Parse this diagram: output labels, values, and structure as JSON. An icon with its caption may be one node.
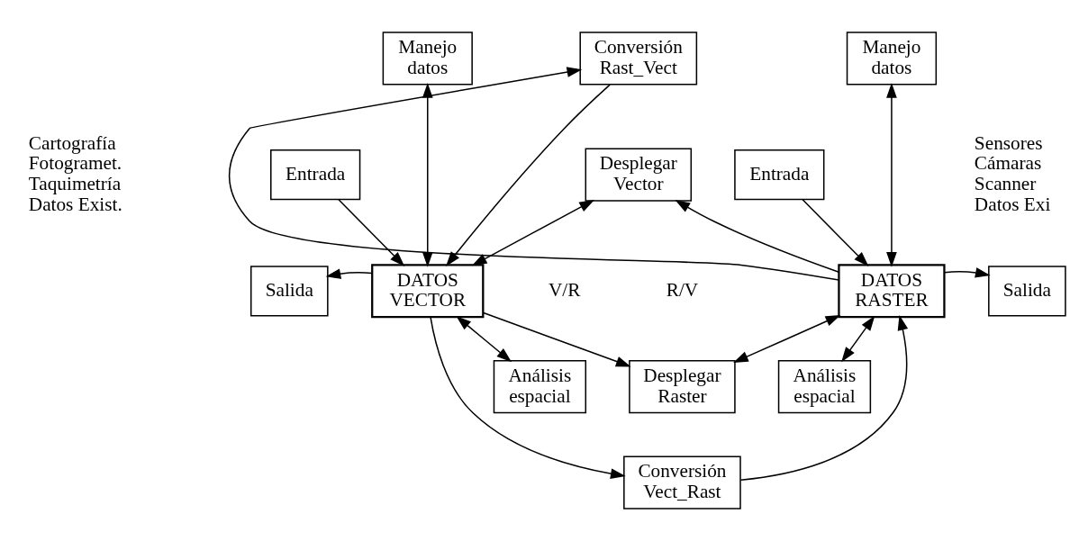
{
  "diagram": {
    "nodes": [
      {
        "text": [
          "Conversión Rast_Vect"
        ]
      },
      {
        "text": [
          "Manejo datos"
        ]
      },
      {
        "text": [
          "Manejo datos"
        ]
      },
      {
        "text": [
          "Entrada"
        ],
        "beside": [
          "Cartografía",
          "Fotogramet.",
          "Taquimetría",
          "Datos Exist."
        ]
      },
      {
        "text": [
          "Desplegar Vector"
        ]
      },
      {
        "text": [
          "Entrada"
        ],
        "beside": [
          "Sensores",
          "Cámaras",
          "Scanner",
          "Datos Exi"
        ]
      },
      {
        "text": [
          "DATOS VECTOR"
        ]
      },
      {
        "text": [
          "DATOS RASTER"
        ]
      },
      {
        "text": [
          "Salida"
        ]
      },
      {
        "text": [
          "Desplegar Raster"
        ]
      },
      {
        "text": [
          "Salida"
        ]
      },
      {
        "text": [
          "Análisis espacial"
        ]
      },
      {
        "text": [
          "Análisis espacial"
        ]
      },
      {
        "text": [
          "Conversión Vect_Rast"
        ]
      }
    ],
    "edges": [
      {
        "from": 3,
        "to": 6,
        "arrow": "to"
      },
      {
        "from": 1,
        "to": 6,
        "arrow": "both"
      },
      {
        "from": 7,
        "to": 0,
        "arrow": "to"
      },
      {
        "from": 0,
        "to": 6,
        "arrow": "to"
      },
      {
        "from": 4,
        "to": 6,
        "arrow": "both"
      },
      {
        "from": 7,
        "to": 4,
        "arrow": "to"
      },
      {
        "from": 2,
        "to": 7,
        "arrow": "both"
      },
      {
        "from": 5,
        "to": 7,
        "arrow": "to"
      },
      {
        "from": 6,
        "to": 8,
        "arrow": "to"
      },
      {
        "from": 6,
        "to": 9,
        "arrow": "to"
      },
      {
        "from": 9,
        "to": 7,
        "arrow": "both"
      },
      {
        "from": 6,
        "to": 13,
        "arrow": "to"
      },
      {
        "from": 13,
        "to": 7,
        "arrow": "to"
      },
      {
        "from": 11,
        "to": 6,
        "arrow": "both"
      },
      {
        "from": 12,
        "to": 7,
        "arrow": "both"
      },
      {
        "from": 7,
        "to": 10,
        "arrow": "to"
      }
    ],
    "labels": [
      "V/R",
      "R/V"
    ]
  }
}
